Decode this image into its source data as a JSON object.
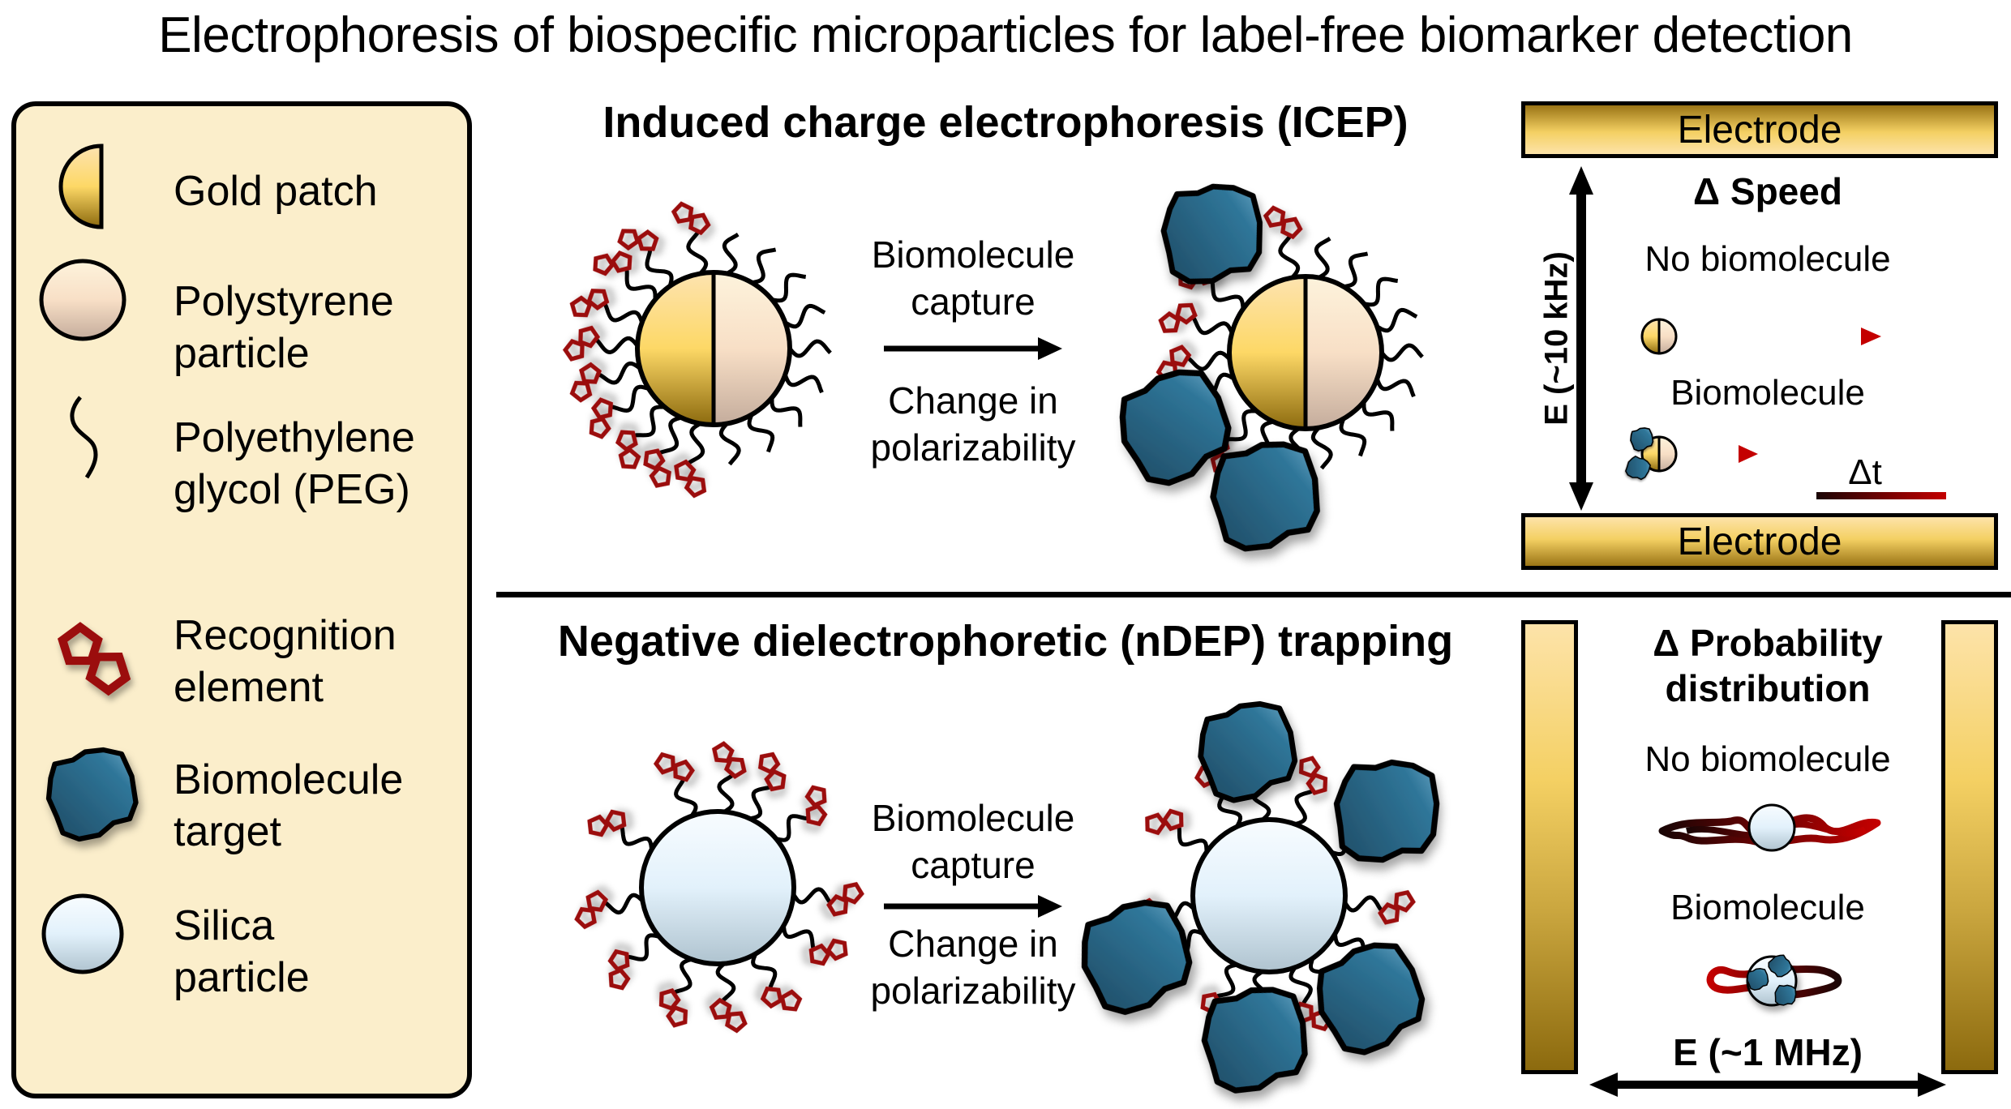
{
  "title": "Electrophoresis of biospecific microparticles for label-free biomarker detection",
  "legend": {
    "items": [
      {
        "icon": "gold-patch-icon",
        "label_lines": [
          "Gold patch"
        ]
      },
      {
        "icon": "polystyrene-particle-icon",
        "label_lines": [
          "Polystyrene",
          "particle"
        ]
      },
      {
        "icon": "peg-chain-icon",
        "label_lines": [
          "Polyethylene",
          "glycol (PEG)"
        ]
      },
      {
        "icon": "recognition-element-icon",
        "label_lines": [
          "Recognition",
          "element"
        ]
      },
      {
        "icon": "biomolecule-target-icon",
        "label_lines": [
          "Biomolecule",
          "target"
        ]
      },
      {
        "icon": "silica-particle-icon",
        "label_lines": [
          "Silica",
          "particle"
        ]
      }
    ]
  },
  "icep": {
    "title": "Induced charge electrophoresis (ICEP)",
    "arrow_top": [
      "Biomolecule",
      "capture"
    ],
    "arrow_bottom": [
      "Change in",
      "polarizability"
    ],
    "panel": {
      "electrode_top": "Electrode",
      "electrode_bottom": "Electrode",
      "field_label": "E (~10 kHz)",
      "heading": "Δ Speed",
      "case1": "No biomolecule",
      "case2": "Biomolecule",
      "time_label": "Δt"
    }
  },
  "ndep": {
    "title": "Negative dielectrophoretic (nDEP) trapping",
    "arrow_top": [
      "Biomolecule",
      "capture"
    ],
    "arrow_bottom": [
      "Change in",
      "polarizability"
    ],
    "panel": {
      "heading_lines": [
        "Δ Probability",
        "distribution"
      ],
      "case1": "No biomolecule",
      "case2": "Biomolecule",
      "field_label": "E (~1 MHz)"
    }
  },
  "colors": {
    "legend_bg": "#fbeecb",
    "gold_light": "#fde3a9",
    "gold_mid": "#f9d868",
    "gold_dark": "#8c6a0e",
    "polystyrene_light": "#fdf1dc",
    "polystyrene_dark": "#c9b0a0",
    "silica_light": "#f6fbff",
    "silica_dark": "#b5c7d3",
    "recognition_red": "#9b0a0a",
    "biomolecule_blue": "#2b6a8c",
    "trajectory_red": "#c40000"
  }
}
